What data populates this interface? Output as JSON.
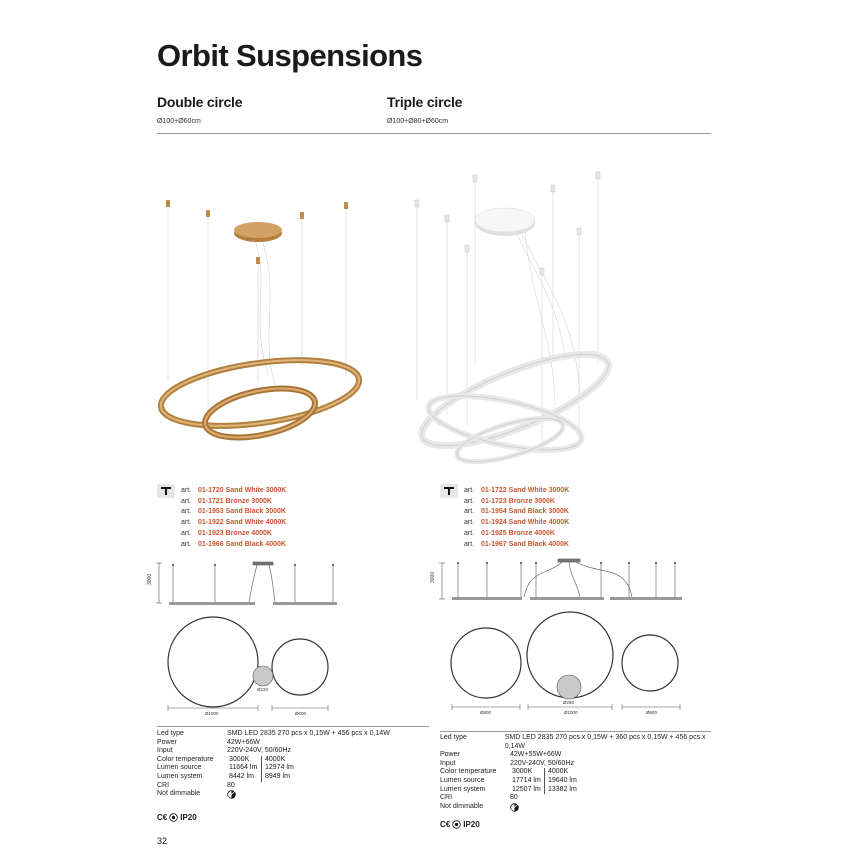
{
  "page": {
    "title": "Orbit Suspensions",
    "page_number": "32"
  },
  "products": [
    {
      "name": "Double circle",
      "dimensions": "Ø100+Ø60cm",
      "articles": [
        {
          "prefix": "art.",
          "code": "01-1720",
          "desc": "Sand White 3000K"
        },
        {
          "prefix": "art.",
          "code": "01-1721",
          "desc": "Bronze 3000K"
        },
        {
          "prefix": "art.",
          "code": "01-1953",
          "desc": "Sand Black 3000K"
        },
        {
          "prefix": "art.",
          "code": "01-1922",
          "desc": "Sand White 4000K"
        },
        {
          "prefix": "art.",
          "code": "01-1923",
          "desc": "Bronze 4000K"
        },
        {
          "prefix": "art.",
          "code": "01-1966",
          "desc": "Sand Black 4000K"
        }
      ],
      "drawing": {
        "height_label": "3000",
        "canopy_label": "Ø220",
        "ring_labels": [
          "Ø1000",
          "Ø600"
        ]
      },
      "specs": {
        "led_type": {
          "label": "Led type",
          "value": "SMD LED 2835 270 pcs x 0,15W + 456 pcs x 0,14W"
        },
        "power": {
          "label": "Power",
          "value": "42W+66W"
        },
        "input": {
          "label": "Input",
          "value": "220V-240V, 50/60Hz"
        },
        "color_temperature": {
          "label": "Color temperature",
          "v1": "3000K",
          "v2": "4000K"
        },
        "lumen_source": {
          "label": "Lumen source",
          "v1": "11664 lm",
          "v2": "12974 lm"
        },
        "lumen_system": {
          "label": "Lumen system",
          "v1": "8442 lm",
          "v2": "8949 lm"
        },
        "cri": {
          "label": "CRI",
          "value": "80"
        },
        "dimmable": {
          "label": "Not dimmable"
        }
      },
      "certification": "IP20"
    },
    {
      "name": "Triple circle",
      "dimensions": "Ø100+Ø80+Ø60cm",
      "articles": [
        {
          "prefix": "art.",
          "code": "01-1722",
          "desc": "Sand White 3000K"
        },
        {
          "prefix": "art.",
          "code": "01-1723",
          "desc": "Bronze 3000K"
        },
        {
          "prefix": "art.",
          "code": "01-1954",
          "desc": "Sand Black 3000K"
        },
        {
          "prefix": "art.",
          "code": "01-1924",
          "desc": "Sand White 4000K"
        },
        {
          "prefix": "art.",
          "code": "01-1925",
          "desc": "Bronze 4000K"
        },
        {
          "prefix": "art.",
          "code": "01-1967",
          "desc": "Sand Black 4000K"
        }
      ],
      "drawing": {
        "height_label": "3000",
        "canopy_label": "Ø260",
        "ring_labels": [
          "Ø800",
          "Ø1000",
          "Ø600"
        ]
      },
      "specs": {
        "led_type": {
          "label": "Led type",
          "value": "SMD LED 2835 270 pcs x 0,15W + 360 pcs x 0,15W + 456 pcs x 0,14W"
        },
        "power": {
          "label": "Power",
          "value": "42W+55W+66W"
        },
        "input": {
          "label": "Input",
          "value": "220V-240V, 50/60Hz"
        },
        "color_temperature": {
          "label": "Color temperature",
          "v1": "3000K",
          "v2": "4000K"
        },
        "lumen_source": {
          "label": "Lumen source",
          "v1": "17714 lm",
          "v2": "19640 lm"
        },
        "lumen_system": {
          "label": "Lumen system",
          "v1": "12507 lm",
          "v2": "13382 lm"
        },
        "cri": {
          "label": "CRI",
          "value": "80"
        },
        "dimmable": {
          "label": "Not dimmable"
        }
      },
      "certification": "IP20"
    }
  ],
  "colors": {
    "accent": "#c9552e",
    "bronze": "#b0803f",
    "sand_white": "#f2f2f2",
    "rule": "#9a9a9a"
  },
  "icons": [
    "suspension-mount-icon",
    "not-dimmable-icon",
    "ce-mark-icon",
    "class-icon"
  ]
}
